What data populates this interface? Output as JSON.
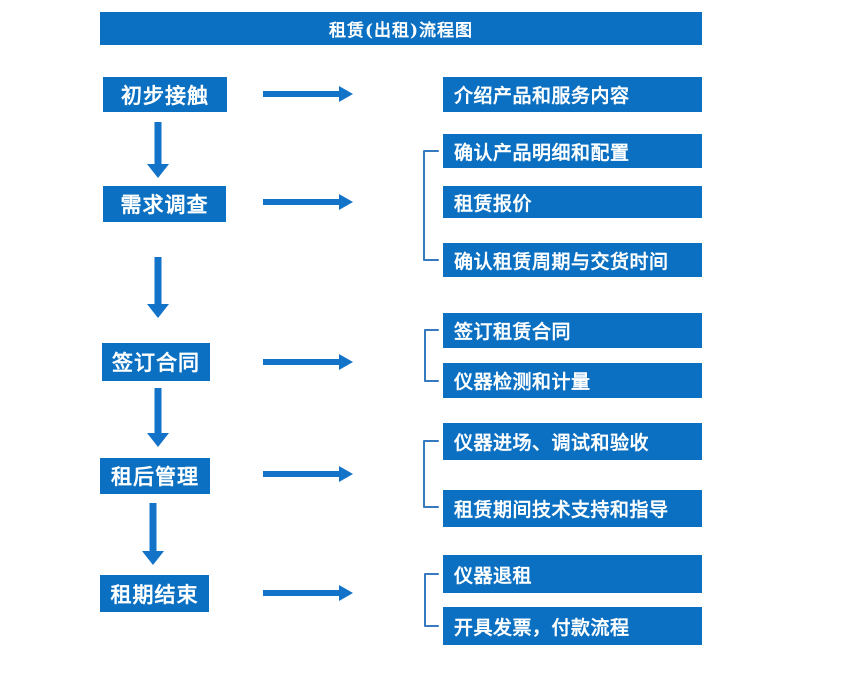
{
  "title": "租赁(出租)流程图",
  "colors": {
    "box_blue": "#0b70c1",
    "arrow_blue": "#1273c8",
    "bracket_blue": "#3579be",
    "text_white": "#ffffff",
    "background": "#ffffff"
  },
  "flow": {
    "steps": [
      {
        "label": "初步接触",
        "outputs": [
          "介绍产品和服务内容"
        ]
      },
      {
        "label": "需求调查",
        "outputs": [
          "确认产品明细和配置",
          "租赁报价",
          "确认租赁周期与交货时间"
        ]
      },
      {
        "label": "签订合同",
        "outputs": [
          "签订租赁合同",
          "仪器检测和计量"
        ]
      },
      {
        "label": "租后管理",
        "outputs": [
          "仪器进场、调试和验收",
          "租赁期间技术支持和指导"
        ]
      },
      {
        "label": "租期结束",
        "outputs": [
          "仪器退租",
          "开具发票，付款流程"
        ]
      }
    ]
  }
}
